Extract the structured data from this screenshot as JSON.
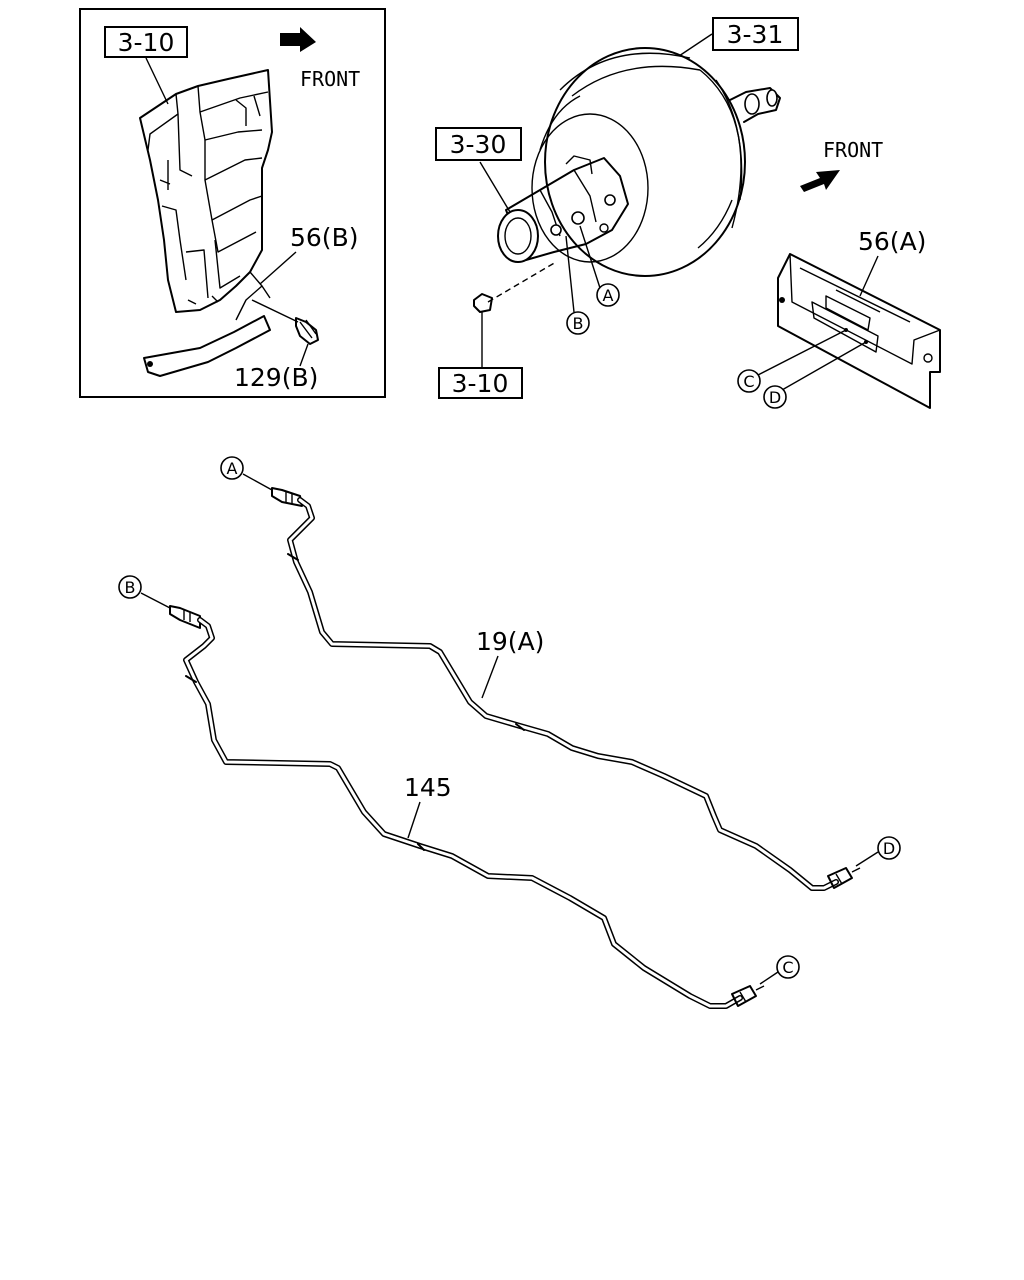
{
  "inset": {
    "ref_label": "3-10",
    "front_label": "FRONT",
    "callout_56b": "56(B)",
    "callout_129b": "129(B)"
  },
  "booster": {
    "ref_label_booster": "3-31",
    "ref_label_master": "3-30",
    "ref_label_nut": "3-10",
    "front_label": "FRONT",
    "marker_a": "A",
    "marker_b": "B"
  },
  "bracket": {
    "callout_56a": "56(A)",
    "marker_c": "C",
    "marker_d": "D"
  },
  "pipes": {
    "pipe_19a_label": "19(A)",
    "pipe_145_label": "145",
    "marker_a": "A",
    "marker_b": "B",
    "marker_c": "C",
    "marker_d": "D"
  }
}
